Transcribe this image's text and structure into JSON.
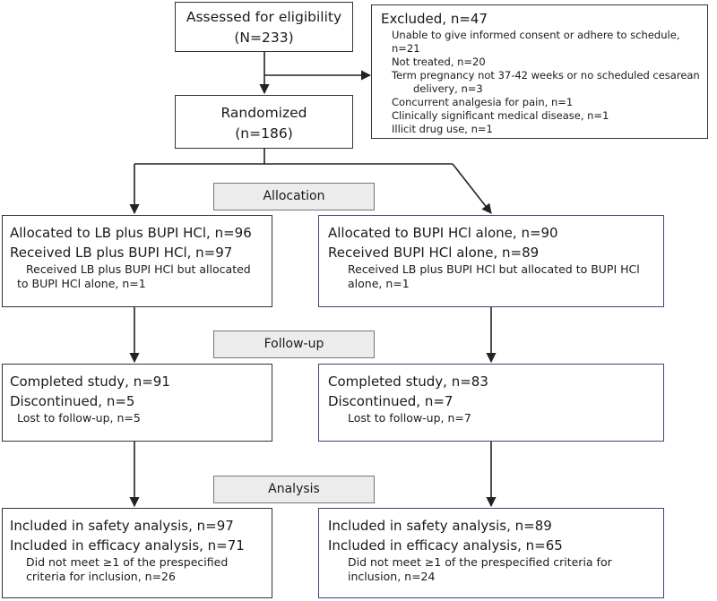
{
  "assessed": {
    "title": "Assessed for eligibility",
    "count": "(N=233)"
  },
  "excluded": {
    "title": "Excluded, n=47",
    "reasons": [
      "Unable to give informed consent or adhere to schedule, n=21",
      "Not treated, n=20",
      "Term pregnancy not 37-42 weeks or no scheduled cesarean",
      "delivery, n=3",
      "Concurrent analgesia for pain, n=1",
      "Clinically significant medical disease, n=1",
      "Illicit drug use, n=1"
    ]
  },
  "randomized": {
    "title": "Randomized",
    "count": "(n=186)"
  },
  "stages": {
    "allocation": "Allocation",
    "followup": "Follow-up",
    "analysis": "Analysis"
  },
  "left": {
    "allocation": {
      "line1": "Allocated to LB plus BUPI HCl, n=96",
      "line2": "Received LB plus BUPI HCl, n=97",
      "sub1": "Received LB plus BUPI HCl but allocated",
      "sub2": "to BUPI HCl alone, n=1"
    },
    "followup": {
      "line1": "Completed study, n=91",
      "line2": "Discontinued, n=5",
      "sub1": "Lost to follow-up, n=5"
    },
    "analysis": {
      "line1": "Included in safety analysis, n=97",
      "line2": "Included in efficacy analysis, n=71",
      "sub1": "Did not meet ≥1 of the prespecified",
      "sub2": "criteria for inclusion, n=26"
    }
  },
  "right": {
    "allocation": {
      "line1": "Allocated to BUPI HCl alone, n=90",
      "line2": "Received BUPI HCl alone, n=89",
      "sub1": "Received LB plus BUPI HCl but allocated to BUPI HCl",
      "sub2": "alone, n=1"
    },
    "followup": {
      "line1": "Completed study, n=83",
      "line2": "Discontinued, n=7",
      "sub1": "Lost to follow-up, n=7"
    },
    "analysis": {
      "line1": "Included in safety analysis, n=89",
      "line2": "Included in efficacy analysis, n=65",
      "sub1": "Did not meet ≥1 of the prespecified criteria for",
      "sub2": "inclusion, n=24"
    }
  }
}
